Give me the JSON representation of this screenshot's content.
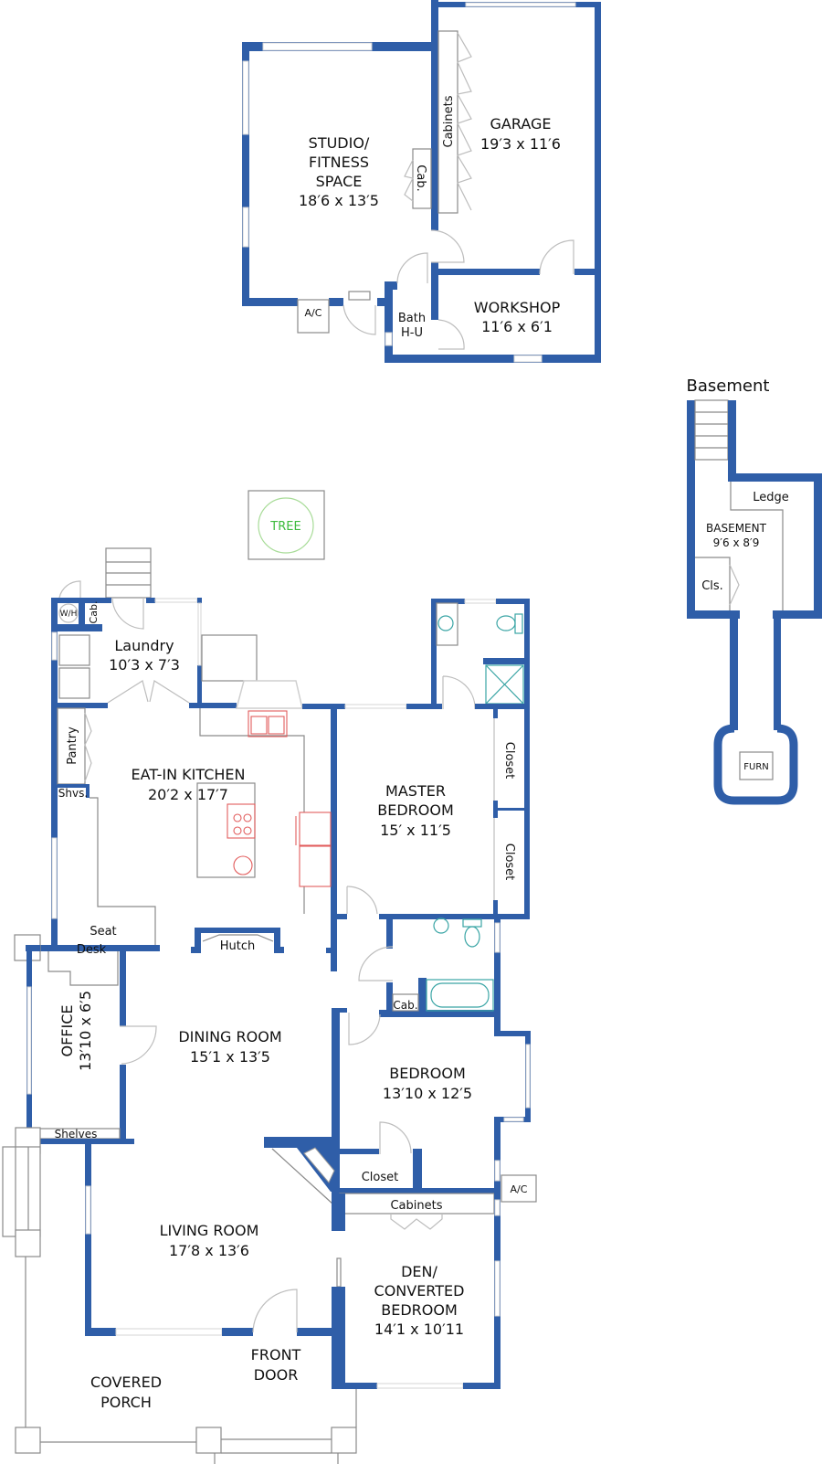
{
  "colors": {
    "wall": "#2f5ea8",
    "fixture_kitchen": "#e25c5c",
    "fixture_bath": "#3aa5a5",
    "tree": "#3dbb3d"
  },
  "outbuilding": {
    "studio": {
      "name_lines": [
        "STUDIO/",
        "FITNESS",
        "SPACE"
      ],
      "size": "18′6 x 13′5"
    },
    "garage": {
      "name": "GARAGE",
      "size": "19′3 x 11′6"
    },
    "workshop": {
      "name": "WORKSHOP",
      "size": "11′6 x 6′1"
    },
    "bath": {
      "name": "Bath",
      "sub": "H-U"
    },
    "cabinets": "Cabinets",
    "cab": "Cab.",
    "ac": "A/C"
  },
  "tree": "TREE",
  "basement": {
    "title": "Basement",
    "room": {
      "name": "BASEMENT",
      "size": "9′6 x 8′9"
    },
    "ledge": "Ledge",
    "closet": "Cls.",
    "furnace": "FURN"
  },
  "main": {
    "laundry": {
      "name": "Laundry",
      "size": "10′3 x 7′3",
      "wh": "W/H",
      "cab": "Cab."
    },
    "kitchen": {
      "name": "EAT-IN KITCHEN",
      "size": "20′2 x 17′7",
      "pantry": "Pantry",
      "shelves": "Shvs.",
      "seat": "Seat",
      "hutch": "Hutch"
    },
    "master": {
      "name_lines": [
        "MASTER",
        "BEDROOM"
      ],
      "size": "15′ x 11′5",
      "closet1": "Closet",
      "closet2": "Closet"
    },
    "office": {
      "name": "OFFICE",
      "size": "13′10 x 6′5",
      "desk": "Desk",
      "shelves": "Shelves"
    },
    "dining": {
      "name": "DINING ROOM",
      "size": "15′1 x 13′5"
    },
    "bath": {
      "cab": "Cab."
    },
    "bedroom": {
      "name": "BEDROOM",
      "size": "13′10 x 12′5",
      "closet": "Closet"
    },
    "living": {
      "name": "LIVING ROOM",
      "size": "17′8 x 13′6"
    },
    "cabinets": "Cabinets",
    "ac": "A/C",
    "den": {
      "name_lines": [
        "DEN/",
        "CONVERTED",
        "BEDROOM"
      ],
      "size": "14′1 x 10′11"
    },
    "front_door": [
      "FRONT",
      "DOOR"
    ],
    "porch": [
      "COVERED",
      "PORCH"
    ]
  }
}
